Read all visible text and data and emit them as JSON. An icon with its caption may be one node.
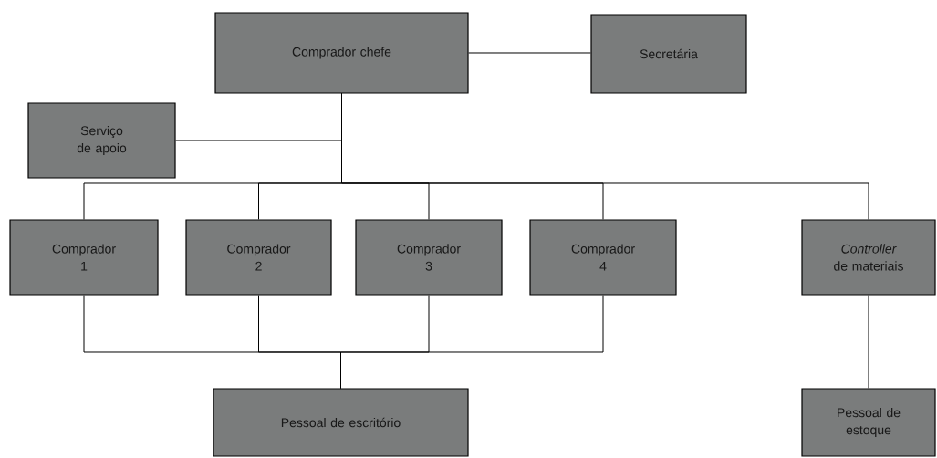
{
  "diagram": {
    "nodes": [
      {
        "text": [
          "Comprador chefe"
        ]
      },
      {
        "text": [
          "Secretária"
        ]
      },
      {
        "text": [
          "Serviço de apoio"
        ]
      },
      {
        "text": [
          "Comprador 1"
        ]
      },
      {
        "text": [
          "Comprador 2"
        ]
      },
      {
        "text": [
          "Comprador 3"
        ]
      },
      {
        "text": [
          "Comprador 4"
        ]
      },
      {
        "text": [
          "*Controller* de materiais"
        ]
      },
      {
        "text": [
          "Pessoal de escritório"
        ]
      },
      {
        "text": [
          "Pessoal de estoque"
        ]
      }
    ],
    "edges": [
      {
        "from": 0,
        "to": 1,
        "arrow": "none"
      },
      {
        "from": 0,
        "to": 2,
        "arrow": "none"
      },
      {
        "from": 0,
        "to": 3,
        "arrow": "none"
      },
      {
        "from": 0,
        "to": 4,
        "arrow": "none"
      },
      {
        "from": 0,
        "to": 5,
        "arrow": "none"
      },
      {
        "from": 0,
        "to": 6,
        "arrow": "none"
      },
      {
        "from": 0,
        "to": 7,
        "arrow": "none"
      },
      {
        "from": 3,
        "to": 8,
        "arrow": "none"
      },
      {
        "from": 4,
        "to": 8,
        "arrow": "none"
      },
      {
        "from": 5,
        "to": 8,
        "arrow": "none"
      },
      {
        "from": 6,
        "to": 8,
        "arrow": "none"
      },
      {
        "from": 7,
        "to": 9,
        "arrow": "none"
      }
    ]
  }
}
